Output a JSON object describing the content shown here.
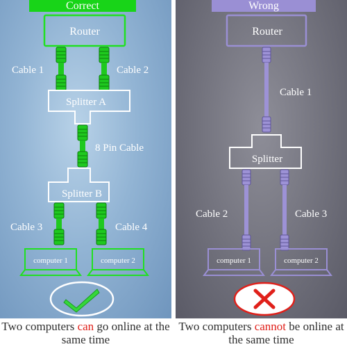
{
  "colors": {
    "correct_accent": "#20e020",
    "wrong_accent": "#9a8fd4",
    "check_green": "#35d83a",
    "cross_red": "#e0201a",
    "highlight_text": "#e0201a"
  },
  "left": {
    "header": "Correct",
    "router": "Router",
    "cable_1": "Cable 1",
    "cable_2": "Cable 2",
    "splitter_a": "Splitter A",
    "eight_pin_cable": "8 Pin Cable",
    "splitter_b": "Splitter B",
    "cable_3": "Cable 3",
    "cable_4": "Cable 4",
    "computer_1": "computer 1",
    "computer_2": "computer 2",
    "status_icon": "checkmark-icon",
    "caption_before": "Two computers ",
    "caption_highlight": "can",
    "caption_after": " go online at the same time"
  },
  "right": {
    "header": "Wrong",
    "router": "Router",
    "cable_1": "Cable 1",
    "splitter": "Splitter",
    "cable_2": "Cable 2",
    "cable_3": "Cable 3",
    "computer_1": "computer 1",
    "computer_2": "computer 2",
    "status_icon": "cross-icon",
    "caption_before": "Two computers ",
    "caption_highlight": "cannot",
    "caption_after": " be online at the same time"
  }
}
